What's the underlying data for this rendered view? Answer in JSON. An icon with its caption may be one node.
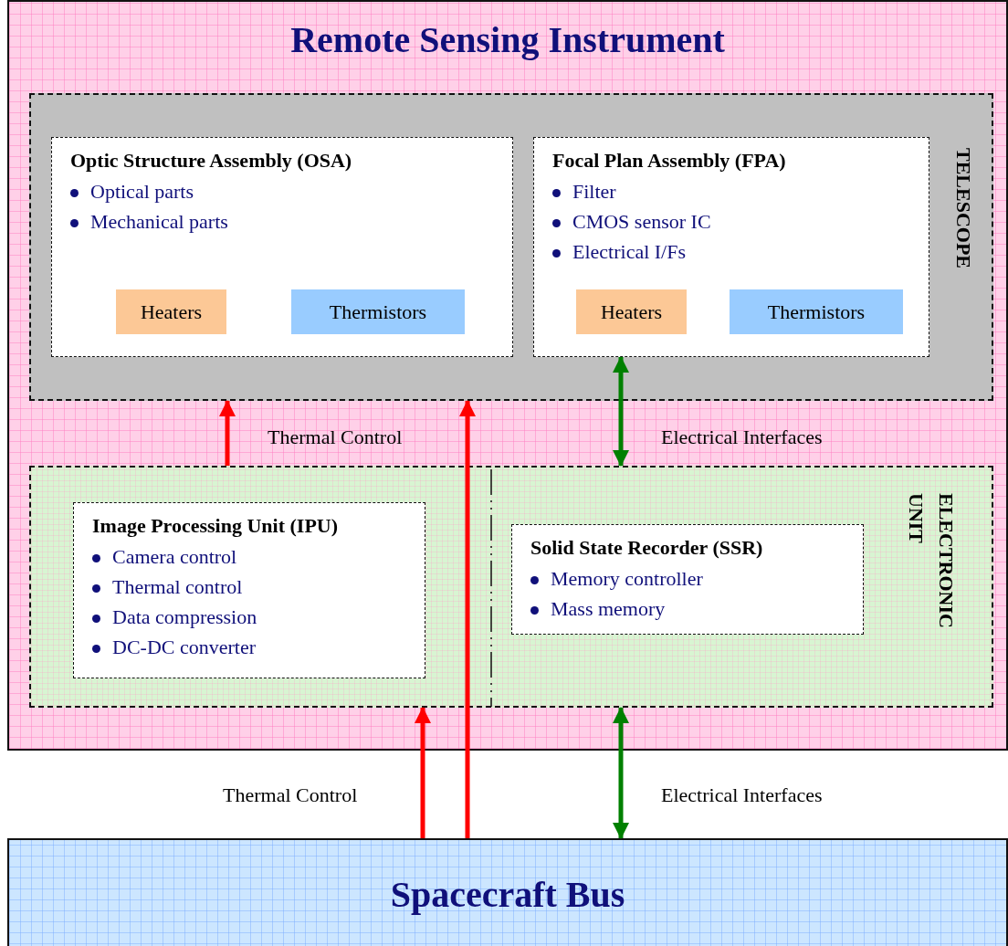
{
  "diagram": {
    "nodes": [
      {
        "text": [
          "Remote Sensing Instrument"
        ]
      },
      {
        "text": [
          "TELESCOPE"
        ],
        "in": 0
      },
      {
        "text": [
          "Optic Structure Assembly (OSA)",
          "Optical parts",
          "Mechanical parts"
        ],
        "in": 1
      },
      {
        "text": [
          "Heaters"
        ],
        "in": 2
      },
      {
        "text": [
          "Thermistors"
        ],
        "in": 2
      },
      {
        "text": [
          "Focal Plan Assembly (FPA)",
          "Filter",
          "CMOS sensor IC",
          "Electrical I/Fs"
        ],
        "in": 1
      },
      {
        "text": [
          "Heaters"
        ],
        "in": 5
      },
      {
        "text": [
          "Thermistors"
        ],
        "in": 5
      },
      {
        "text": [
          "ELECTRONIC UNIT"
        ],
        "in": 0
      },
      {
        "text": [
          "Image Processing Unit (IPU)",
          "Camera control",
          "Thermal control",
          "Data compression",
          "DC-DC converter"
        ],
        "in": 8
      },
      {
        "text": [
          "Solid State Recorder (SSR)",
          "Memory controller",
          "Mass memory"
        ],
        "in": 8
      },
      {
        "text": [
          "Spacecraft Bus"
        ]
      }
    ],
    "edges": [
      {
        "from": 8,
        "to": 1,
        "arrow": "to"
      },
      {
        "from": 11,
        "to": 1,
        "arrow": "to"
      },
      {
        "from": 5,
        "to": 8,
        "arrow": "both",
        "color": "#008000"
      },
      {
        "from": 11,
        "to": 8,
        "arrow": "to"
      },
      {
        "from": 11,
        "to": 8,
        "arrow": "both",
        "color": "#008000"
      }
    ],
    "labels": [
      "Thermal Control",
      "Electrical Interfaces",
      "Thermal Control",
      "Electrical Interfaces"
    ]
  }
}
